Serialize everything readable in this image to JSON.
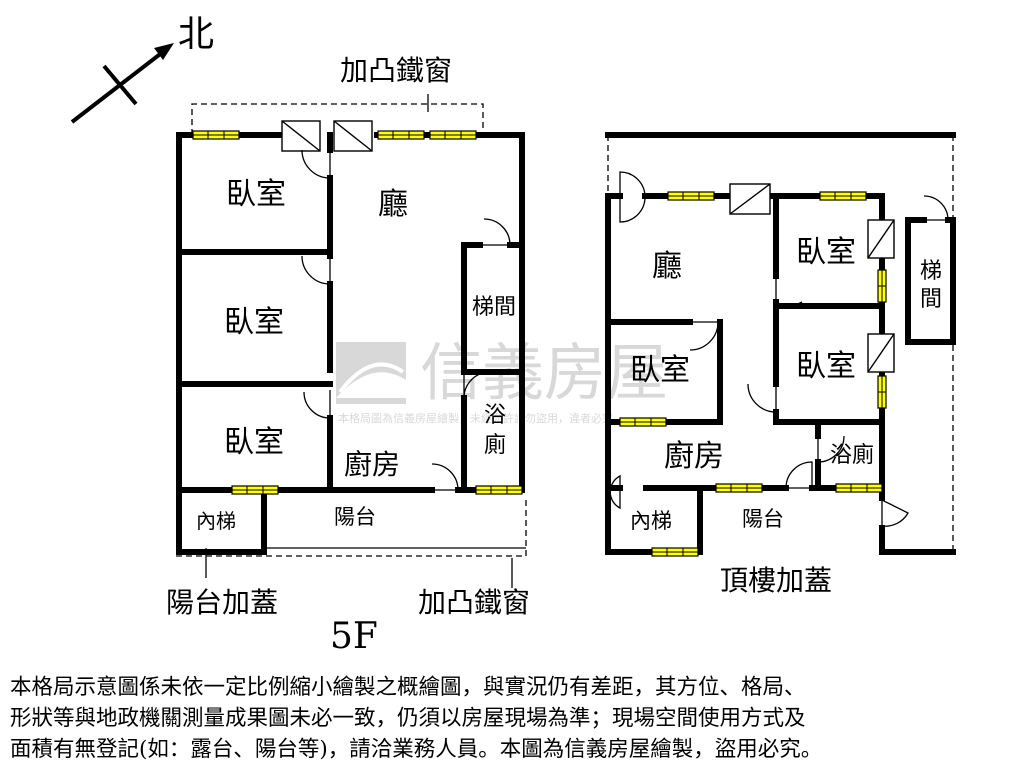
{
  "compass": {
    "north_label": "北"
  },
  "plan_5f": {
    "title": "5F",
    "annotation_top": "加凸鐵窗",
    "annotation_bottom_left": "陽台加蓋",
    "annotation_bottom_right": "加凸鐵窗",
    "rooms": {
      "bedroom_1": "臥室",
      "bedroom_2": "臥室",
      "bedroom_3": "臥室",
      "living": "廳",
      "stairwell": "梯間",
      "bath_1": "浴",
      "bath_2": "廁",
      "kitchen": "廚房",
      "inner_stairs": "內梯",
      "balcony": "陽台"
    }
  },
  "plan_roof": {
    "title": "頂樓加蓋",
    "rooms": {
      "living": "廳",
      "bedroom_1": "臥室",
      "bedroom_2": "臥室",
      "bedroom_3": "臥室",
      "stair_1": "梯",
      "stair_2": "間",
      "bath": "浴廁",
      "kitchen": "廚房",
      "inner_stairs": "內梯",
      "balcony": "陽台"
    }
  },
  "watermark": {
    "brand": "信義房屋",
    "notice": "本格局圖為信義房屋繪製，未經允許請勿盜用，違者必究"
  },
  "disclaimer": {
    "line1": "本格局示意圖係未依一定比例縮小繪製之概繪圖，與實況仍有差距，其方位、格局、",
    "line2": "形狀等與地政機關測量成果圖未必一致，仍須以房屋現場為準；現場空間使用方式及",
    "line3": "面積有無登記(如：露台、陽台等)，請洽業務人員。本圖為信義房屋繪製，盜用必究。"
  }
}
